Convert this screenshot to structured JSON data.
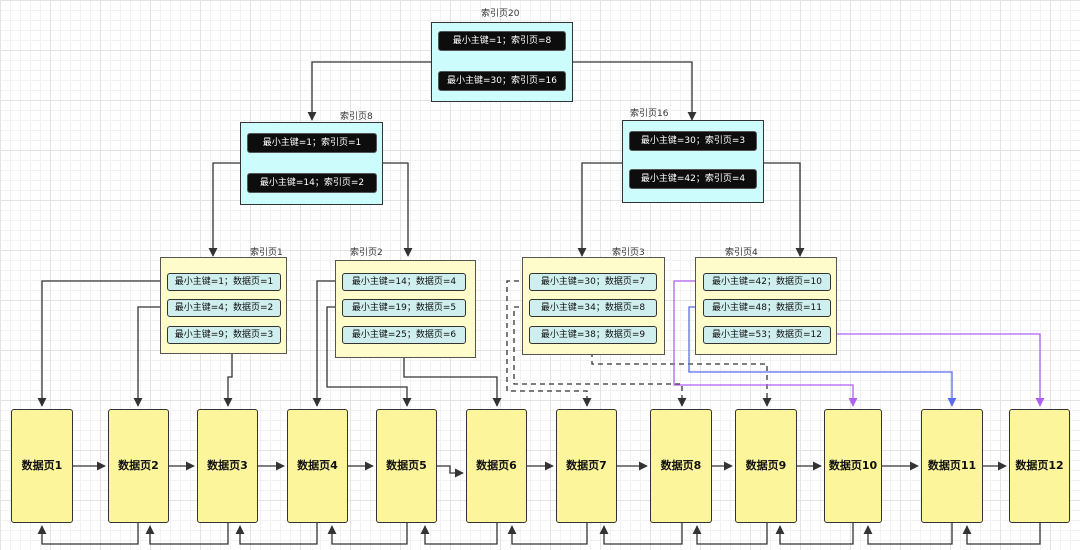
{
  "root": {
    "caption": "索引页20",
    "entries": [
      "最小主键=1；索引页=8",
      "最小主键=30；索引页=16"
    ]
  },
  "mid": [
    {
      "caption": "索引页8",
      "entries": [
        "最小主键=1；索引页=1",
        "最小主键=14；索引页=2"
      ]
    },
    {
      "caption": "索引页16",
      "entries": [
        "最小主键=30；索引页=3",
        "最小主键=42；索引页=4"
      ]
    }
  ],
  "leaf": [
    {
      "caption": "索引页1",
      "entries": [
        "最小主键=1；数据页=1",
        "最小主键=4；数据页=2",
        "最小主键=9；数据页=3"
      ]
    },
    {
      "caption": "索引页2",
      "entries": [
        "最小主键=14；数据页=4",
        "最小主键=19；数据页=5",
        "最小主键=25；数据页=6"
      ]
    },
    {
      "caption": "索引页3",
      "entries": [
        "最小主键=30；数据页=7",
        "最小主键=34；数据页=8",
        "最小主键=38；数据页=9"
      ]
    },
    {
      "caption": "索引页4",
      "entries": [
        "最小主键=42；数据页=10",
        "最小主键=48；数据页=11",
        "最小主键=53；数据页=12"
      ]
    }
  ],
  "data_pages": [
    "数据页1",
    "数据页2",
    "数据页3",
    "数据页4",
    "数据页5",
    "数据页6",
    "数据页7",
    "数据页8",
    "数据页9",
    "数据页10",
    "数据页11",
    "数据页12"
  ],
  "colors": {
    "index_fill": "#ccfcfc",
    "leaf_fill": "#fffccc",
    "page_fill": "#fdf59b",
    "pointer_purple": "#b060f0",
    "pointer_blue": "#5a6cf0",
    "line": "#333333"
  }
}
